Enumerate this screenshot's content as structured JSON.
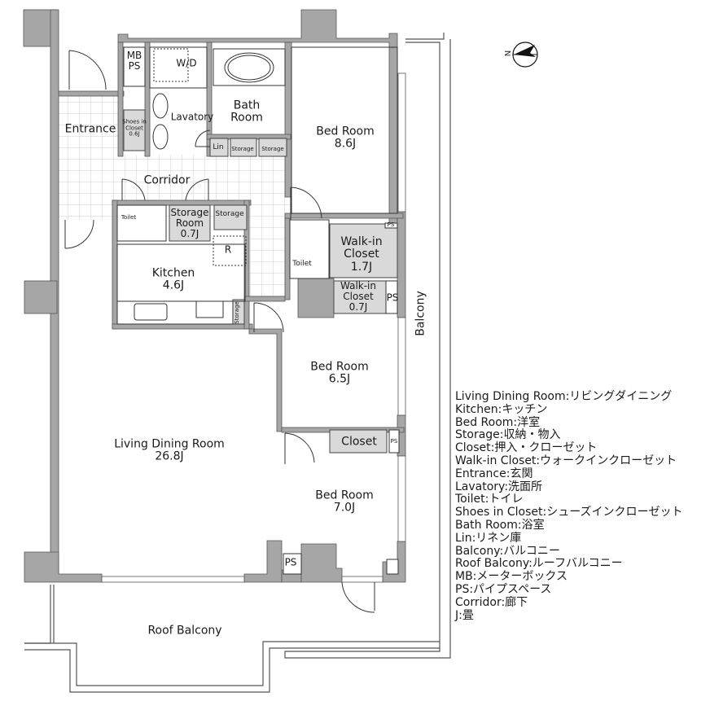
{
  "compass": {
    "label": "N",
    "icon": "north-arrow-icon"
  },
  "rooms": {
    "mb_ps": {
      "line1": "MB",
      "line2": "PS"
    },
    "wd": "W/D",
    "bath": {
      "line1": "Bath",
      "line2": "Room"
    },
    "lavatory": "Lavatory",
    "entrance": "Entrance",
    "shoes_closet": {
      "line1": "Shoes in",
      "line2": "Closet",
      "area": "0.6J"
    },
    "lin": "Lin",
    "storage_a": "Storage",
    "storage_b": "Storage",
    "bed1": {
      "name": "Bed Room",
      "area": "8.6J"
    },
    "corridor": "Corridor",
    "toilet1": "Toilet",
    "storage_room": {
      "line1": "Storage",
      "line2": "Room",
      "area": "0.7J"
    },
    "storage_c": "Storage",
    "fridge": "R",
    "kitchen": {
      "name": "Kitchen",
      "area": "4.6J"
    },
    "storage_d": "Storage",
    "toilet2": "Toilet",
    "wic1": {
      "line1": "Walk-in",
      "line2": "Closet",
      "area": "1.7J"
    },
    "wic2": {
      "line1": "Walk-in",
      "line2": "Closet",
      "area": "0.7J"
    },
    "ps1": "PS",
    "ps_small1": "PS",
    "ps_small2": "PS",
    "ps_bottom": "PS",
    "bed2": {
      "name": "Bed Room",
      "area": "6.5J"
    },
    "closet": "Closet",
    "bed3": {
      "name": "Bed Room",
      "area": "7.0J"
    },
    "ldr": {
      "name": "Living Dining Room",
      "area": "26.8J"
    },
    "balcony": "Balcony",
    "roof_balcony": "Roof Balcony"
  },
  "legend": [
    "Living Dining Room:リビングダイニング",
    "Kitchen:キッチン",
    "Bed Room:洋室",
    "Storage:収納・物入",
    "Closet:押入・クローゼット",
    "Walk-in Closet:ウォークインクローゼット",
    "Entrance:玄関",
    "Lavatory:洗面所",
    "Toilet:トイレ",
    "Shoes in Closet:シューズインクローゼット",
    "Bath Room:浴室",
    "Lin:リネン庫",
    "Balcony:バルコニー",
    "Roof Balcony:ルーフバルコニー",
    "MB:メーターボックス",
    "PS:パイプスペース",
    "Corridor:廊下",
    "J:畳"
  ],
  "colors": {
    "wall": "#a6a6a6",
    "storage_fill": "#d9d9d9",
    "line": "#333333",
    "tile": "#cfcfcf"
  }
}
